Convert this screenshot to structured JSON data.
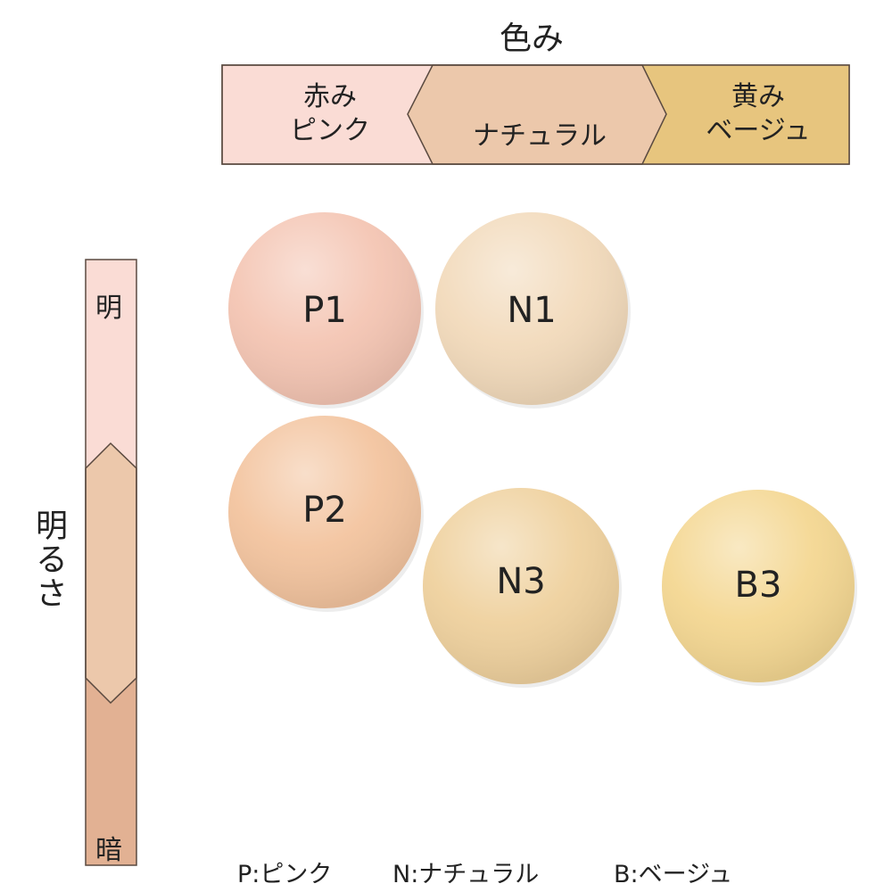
{
  "hue_axis": {
    "title": "色み",
    "segments": [
      {
        "line1": "赤み",
        "line2": "ピンク",
        "color": "#fadcd5"
      },
      {
        "line1": "",
        "line2": "ナチュラル",
        "color": "#ecc8ab"
      },
      {
        "line1": "黄み",
        "line2": "ベージュ",
        "color": "#e7c57e"
      }
    ]
  },
  "brightness_axis": {
    "title": "明るさ",
    "top_label": "明",
    "bottom_label": "暗",
    "colors": [
      "#fadcd5",
      "#ecc8ab",
      "#e2b193"
    ]
  },
  "swatches": [
    {
      "label": "P1",
      "color": "#f4c5b3"
    },
    {
      "label": "N1",
      "color": "#f2dabb"
    },
    {
      "label": "P2",
      "color": "#f3c49f"
    },
    {
      "label": "N3",
      "color": "#efd19e"
    },
    {
      "label": "B3",
      "color": "#f4d792"
    }
  ],
  "legend": {
    "items": [
      "P:ピンク",
      "N:ナチュラル",
      "B:ベージュ"
    ]
  }
}
